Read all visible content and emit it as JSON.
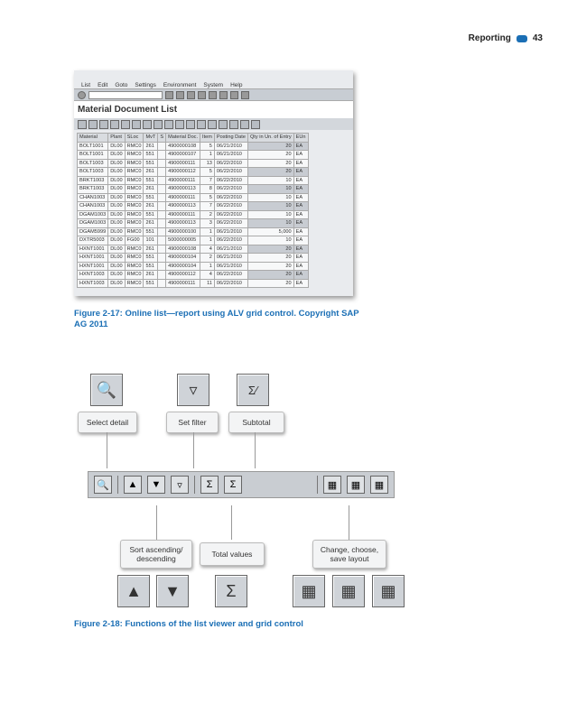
{
  "header": {
    "section": "Reporting",
    "page": "43"
  },
  "sap": {
    "menu": [
      "List",
      "Edit",
      "Goto",
      "Settings",
      "Environment",
      "System",
      "Help"
    ],
    "title": "Material Document List",
    "columns": [
      "Material",
      "Plant",
      "SLoc",
      "MvT",
      "S",
      "Material Doc.",
      "Item",
      "Posting Date",
      "Qty in Un. of Entry",
      "EUn"
    ],
    "rows": [
      [
        "BOLT1001",
        "DL00",
        "RMC0",
        "261",
        "",
        "4900000108",
        "5",
        "06/21/2010",
        "20",
        "EA"
      ],
      [
        "BOLT1001",
        "DL00",
        "RMC0",
        "551",
        "",
        "4900000107",
        "1",
        "06/21/2010",
        "20",
        "EA"
      ],
      [
        "BOLT1003",
        "DL00",
        "RMC0",
        "551",
        "",
        "4900000111",
        "13",
        "06/22/2010",
        "20",
        "EA"
      ],
      [
        "BOLT1003",
        "DL00",
        "RMC0",
        "261",
        "",
        "4900000112",
        "5",
        "06/22/2010",
        "20",
        "EA"
      ],
      [
        "BRKT1003",
        "DL00",
        "RMC0",
        "551",
        "",
        "4900000111",
        "7",
        "06/22/2010",
        "10",
        "EA"
      ],
      [
        "BRKT1003",
        "DL00",
        "RMC0",
        "261",
        "",
        "4900000113",
        "8",
        "06/22/2010",
        "10",
        "EA"
      ],
      [
        "CHAN1003",
        "DL00",
        "RMC0",
        "551",
        "",
        "4900000111",
        "5",
        "06/22/2010",
        "10",
        "EA"
      ],
      [
        "CHAN1003",
        "DL00",
        "RMC0",
        "261",
        "",
        "4900000113",
        "7",
        "06/22/2010",
        "10",
        "EA"
      ],
      [
        "DGAM1003",
        "DL00",
        "RMC0",
        "551",
        "",
        "4900000111",
        "2",
        "06/22/2010",
        "10",
        "EA"
      ],
      [
        "DGAM1003",
        "DL00",
        "RMC0",
        "261",
        "",
        "4900000113",
        "3",
        "06/22/2010",
        "10",
        "EA"
      ],
      [
        "DGAM5999",
        "DL00",
        "RMC0",
        "551",
        "",
        "4900000100",
        "1",
        "06/21/2010",
        "5,000",
        "EA"
      ],
      [
        "DXTR5003",
        "DL00",
        "FG00",
        "101",
        "",
        "5000000005",
        "1",
        "06/22/2010",
        "10",
        "EA"
      ],
      [
        "HXNT1001",
        "DL00",
        "RMC0",
        "261",
        "",
        "4900000108",
        "4",
        "06/21/2010",
        "20",
        "EA"
      ],
      [
        "HXNT1001",
        "DL00",
        "RMC0",
        "551",
        "",
        "4900000104",
        "2",
        "06/21/2010",
        "20",
        "EA"
      ],
      [
        "HXNT1001",
        "DL00",
        "RMC0",
        "551",
        "",
        "4900000104",
        "1",
        "06/21/2010",
        "20",
        "EA"
      ],
      [
        "HXNT1003",
        "DL00",
        "RMC0",
        "261",
        "",
        "4900000112",
        "4",
        "06/22/2010",
        "20",
        "EA"
      ],
      [
        "HXNT1003",
        "DL00",
        "RMC0",
        "551",
        "",
        "4900000111",
        "11",
        "06/22/2010",
        "20",
        "EA"
      ]
    ]
  },
  "caption1": "Figure 2-17: Online list—report using ALV grid control. Copyright SAP AG 2011",
  "diagram": {
    "top_labels": [
      "Select detail",
      "Set filter",
      "Subtotal"
    ],
    "bottom_labels": [
      "Sort ascending/ descending",
      "Total values",
      "Change, choose, save layout"
    ]
  },
  "caption2": "Figure 2-18: Functions of the list viewer and grid control"
}
